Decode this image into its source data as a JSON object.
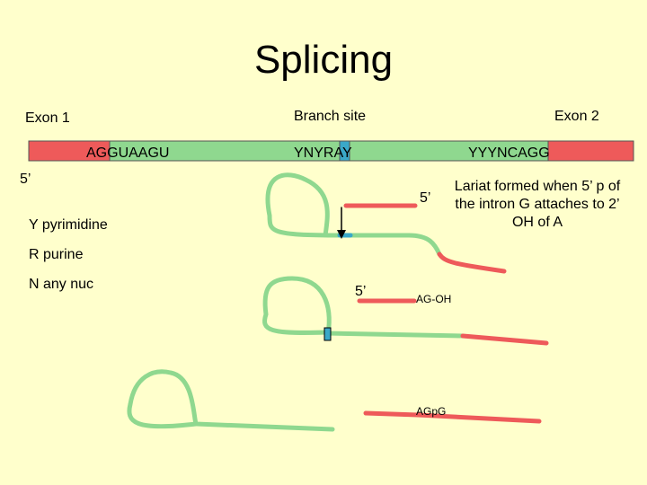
{
  "title": "Splicing",
  "labels": {
    "exon1": "Exon 1",
    "branch_site": "Branch site",
    "exon2": "Exon 2"
  },
  "sequences": {
    "five_prime_site": "AGGUAAGU",
    "branch_site": "YNYRAY",
    "three_prime_site": "YYYNCAGG"
  },
  "prime_labels": {
    "top_left": "5’",
    "step1": "5’",
    "step2": "5’"
  },
  "legend": {
    "y": "Y pyrimidine",
    "r": "R purine",
    "n": "N any nuc"
  },
  "note": "Lariat formed when 5’ p of the intron G attaches to 2’ OH of A",
  "step2_end_label": "AG-OH",
  "step3_end_label": "AGpG",
  "colors": {
    "background": "#ffffcc",
    "exon": "#ee5a5a",
    "intron": "#8fd88f",
    "branch": "#3aa8c8",
    "text": "#000000"
  }
}
